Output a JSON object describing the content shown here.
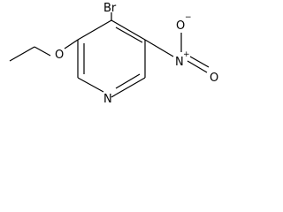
{
  "molecule": {
    "atoms": {
      "bromine": "Br",
      "ether_oxygen": "O",
      "ring_nitrogen": "N",
      "nitro_nitrogen": "N",
      "nitro_nitrogen_charge": "+",
      "nitro_oxygen_top": "O",
      "nitro_oxygen_top_charge": "−",
      "nitro_oxygen_right": "O"
    }
  }
}
